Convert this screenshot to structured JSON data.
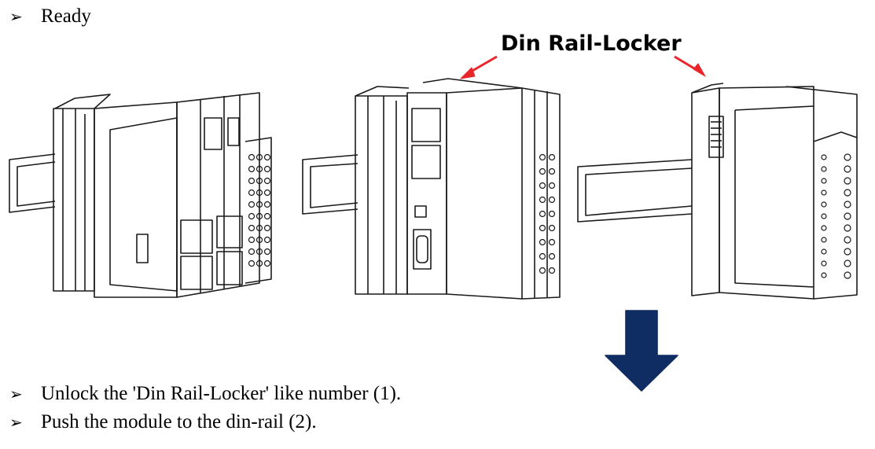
{
  "document": {
    "bullet_glyph": "➢",
    "items": [
      {
        "text": "Ready"
      },
      {
        "text": "Unlock the 'Din Rail-Locker' like number (1)."
      },
      {
        "text": "Push the module to the din-rail (2)."
      }
    ]
  },
  "figure": {
    "callout_label": "Din Rail-Locker",
    "colors": {
      "callout_arrow": "#e8262a",
      "down_arrow": "#0f2c63",
      "line_art": "#1a1a1a"
    }
  }
}
